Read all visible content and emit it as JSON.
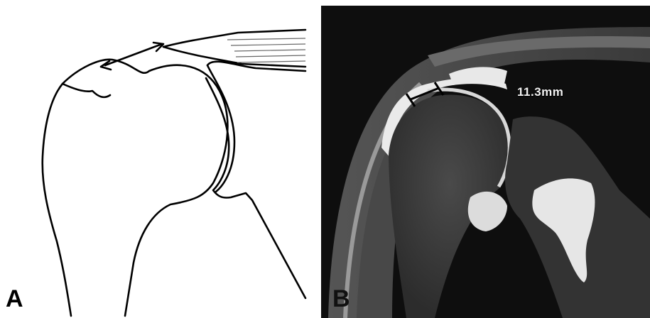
{
  "panels": {
    "a": {
      "label": "A"
    },
    "b": {
      "label": "B",
      "measurement": "11.3mm"
    }
  }
}
